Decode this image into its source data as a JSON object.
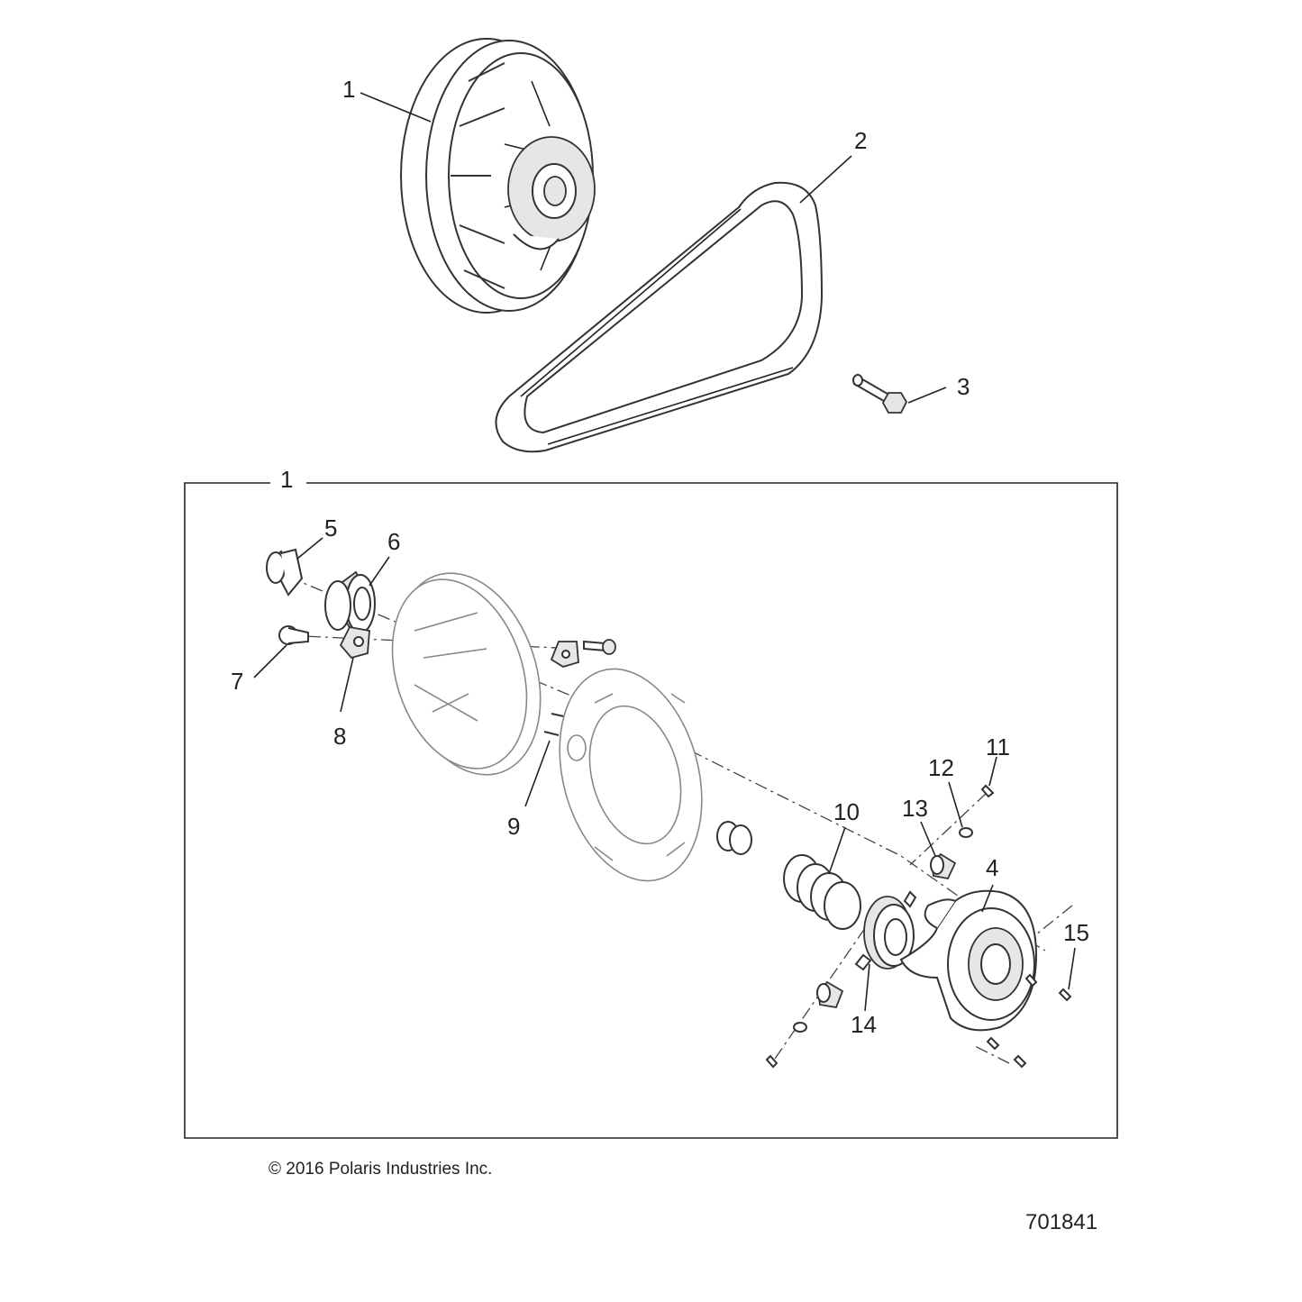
{
  "callouts": {
    "c1_top": "1",
    "c2": "2",
    "c3": "3",
    "c1_box": "1",
    "c4": "4",
    "c5": "5",
    "c6": "6",
    "c7": "7",
    "c8": "8",
    "c9": "9",
    "c10": "10",
    "c11": "11",
    "c12": "12",
    "c13": "13",
    "c14": "14",
    "c15": "15"
  },
  "copyright": "© 2016 Polaris Industries Inc.",
  "drawing_number": "701841"
}
